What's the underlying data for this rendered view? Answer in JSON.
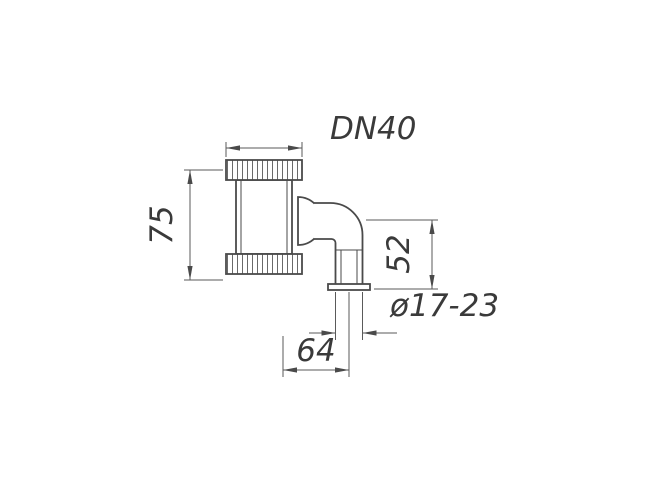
{
  "dimensions": {
    "nominal_diameter": "DN40",
    "body_height": "75",
    "outlet_height": "52",
    "outlet_diameter": "ø17-23",
    "outlet_offset": "64"
  },
  "colors": {
    "part_line": "#4a4a4a",
    "dimension_line": "#5a5a5a",
    "text": "#3a3a3a",
    "background": "#ffffff"
  }
}
